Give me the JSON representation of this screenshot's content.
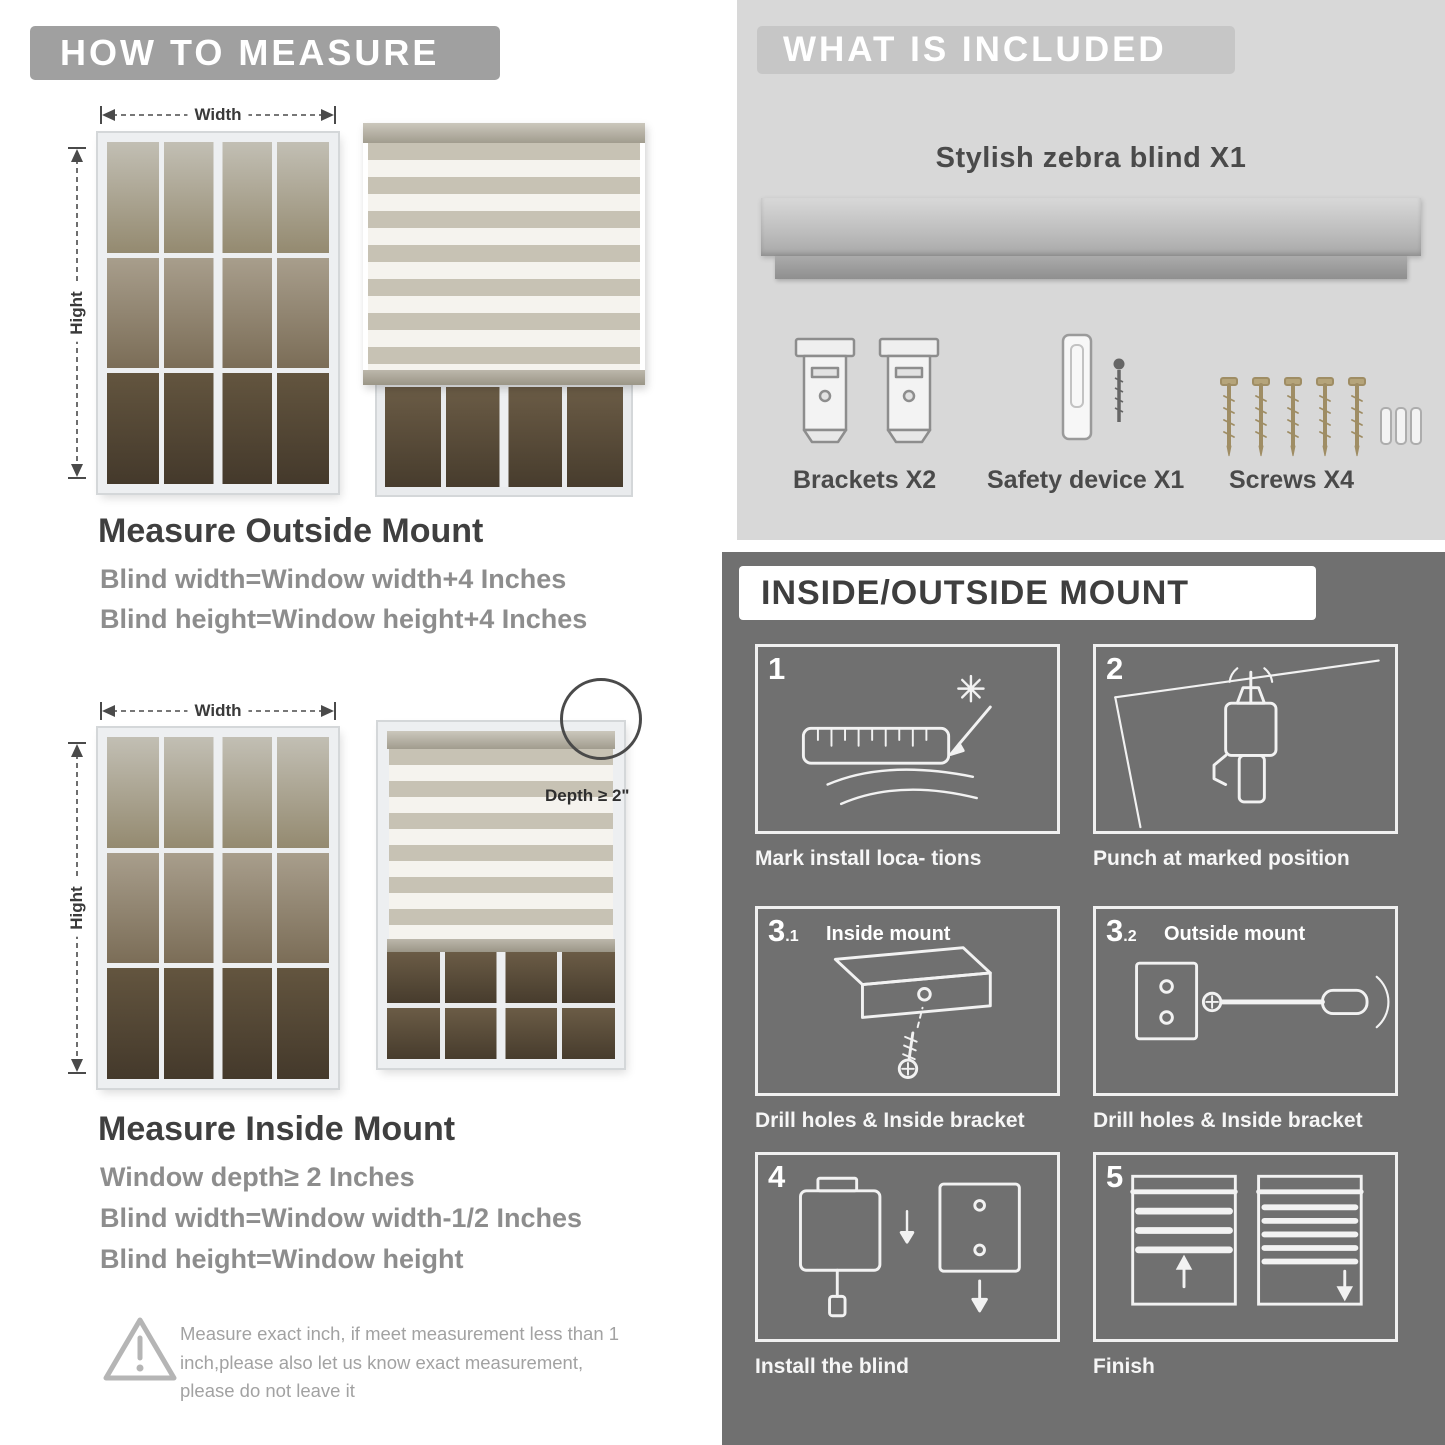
{
  "left": {
    "header": "HOW TO MEASURE",
    "outside": {
      "width_label": "Width",
      "height_label": "Hight",
      "title": "Measure Outside Mount",
      "lines": [
        "Blind width=Window width+4 Inches",
        "Blind height=Window height+4 Inches"
      ]
    },
    "inside": {
      "width_label": "Width",
      "height_label": "Hight",
      "depth_callout": "Depth ≥ 2\"",
      "title": "Measure Inside Mount",
      "lines": [
        "Window depth≥ 2 Inches",
        "Blind width=Window width-1/2 Inches",
        "Blind height=Window height"
      ]
    },
    "warning": "Measure exact inch, if meet measurement less than 1 inch,please also let us know exact measurement, please do not leave it"
  },
  "included": {
    "header": "WHAT IS INCLUDED",
    "product": "Stylish zebra blind X1",
    "items": [
      {
        "name": "brackets",
        "label": "Brackets X2"
      },
      {
        "name": "safety-device",
        "label": "Safety device X1"
      },
      {
        "name": "screws",
        "label": "Screws X4"
      }
    ]
  },
  "mount": {
    "header": "INSIDE/OUTSIDE MOUNT",
    "steps": [
      {
        "num": "1",
        "caption": "Mark install loca- tions"
      },
      {
        "num": "2",
        "caption": "Punch at  marked position"
      },
      {
        "num": "3",
        "sub": ".1",
        "label": "Inside mount",
        "caption": "Drill holes &  Inside bracket"
      },
      {
        "num": "3",
        "sub": ".2",
        "label": "Outside mount",
        "caption": "Drill holes &  Inside bracket"
      },
      {
        "num": "4",
        "caption": "Install the blind"
      },
      {
        "num": "5",
        "caption": "Finish"
      }
    ]
  }
}
